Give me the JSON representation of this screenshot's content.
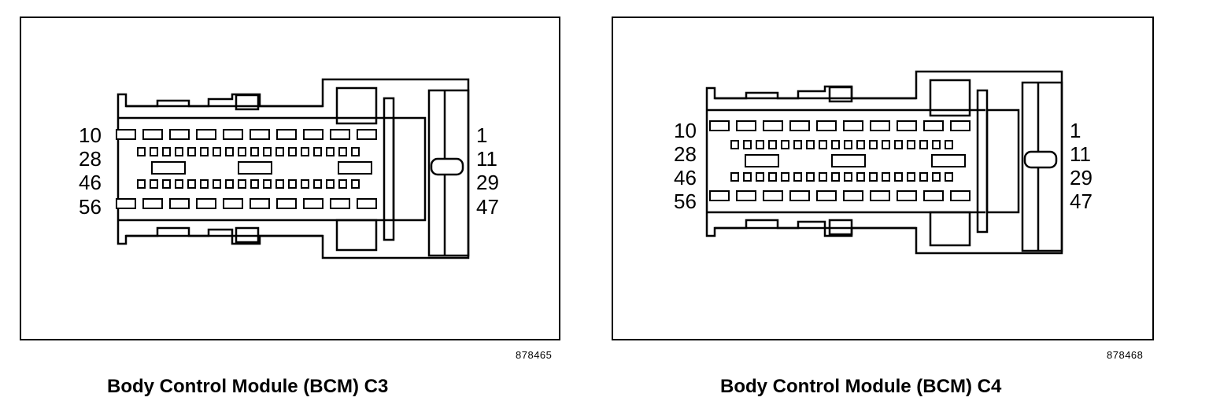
{
  "diagrams": [
    {
      "figure_number": "878465",
      "caption": "Body Control Module (BCM) C3",
      "left_pin_labels": [
        "10",
        "28",
        "46",
        "56"
      ],
      "right_pin_labels": [
        "1",
        "11",
        "29",
        "47"
      ]
    },
    {
      "figure_number": "878468",
      "caption": "Body Control Module (BCM) C4",
      "left_pin_labels": [
        "10",
        "28",
        "46",
        "56"
      ],
      "right_pin_labels": [
        "1",
        "11",
        "29",
        "47"
      ]
    }
  ]
}
